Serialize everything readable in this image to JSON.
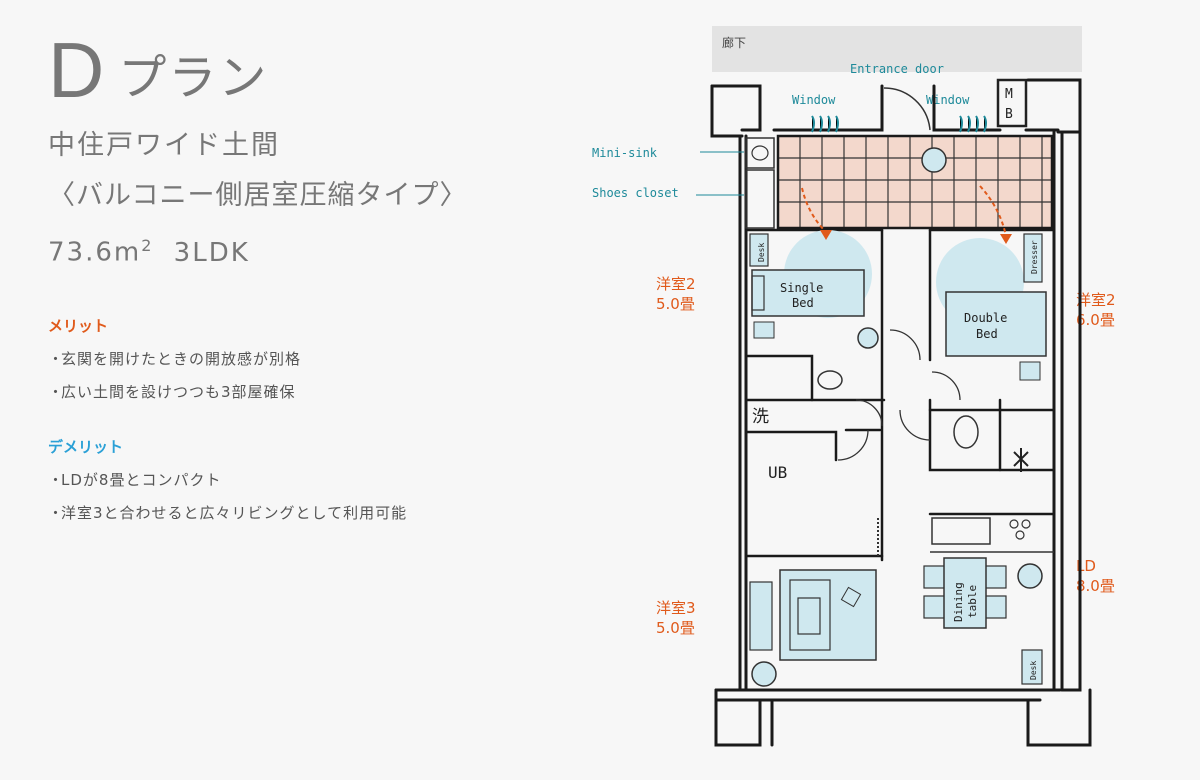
{
  "title": {
    "letter": "D",
    "word": "プラン"
  },
  "subtitle": "中住戸ワイド土間",
  "subtitle2": "〈バルコニー側居室圧縮タイプ〉",
  "area": {
    "value": "73.6m",
    "sup": "2",
    "type": "3LDK"
  },
  "merit": {
    "heading": "メリット",
    "items": [
      "玄関を開けたときの開放感が別格",
      "広い土間を設けつつも3部屋確保"
    ]
  },
  "demerit": {
    "heading": "デメリット",
    "items": [
      "LDが8畳とコンパクト",
      "洋室3と合わせると広々リビングとして利用可能"
    ]
  },
  "plan_labels": {
    "corridor": "廊下",
    "entrance_door": "Entrance door",
    "window_left": "Window",
    "window_right": "Window",
    "mb_m": "M",
    "mb_b": "B",
    "mini_sink": "Mini-sink",
    "shoes_closet": "Shoes closet",
    "single_bed_1": "Single",
    "single_bed_2": "Bed",
    "double_bed_1": "Double",
    "double_bed_2": "Bed",
    "desk_top": "Desk",
    "dresser": "Dresser",
    "wash": "洗",
    "ub": "UB",
    "dining_1": "Dining",
    "dining_2": "table",
    "desk_bottom": "Desk"
  },
  "rooms": {
    "western2_left": {
      "name": "洋室2",
      "size": "5.0畳"
    },
    "western2_right": {
      "name": "洋室2",
      "size": "6.0畳"
    },
    "western3": {
      "name": "洋室3",
      "size": "5.0畳"
    },
    "ld": {
      "name": "LD",
      "size": "8.0畳"
    }
  },
  "colors": {
    "accent_orange": "#e05a1b",
    "accent_blue": "#2aa0d6",
    "furniture_blue": "#cfe8ef",
    "genkan_tile": "#f3d8cc",
    "corridor_gray": "#e3e3e3"
  }
}
